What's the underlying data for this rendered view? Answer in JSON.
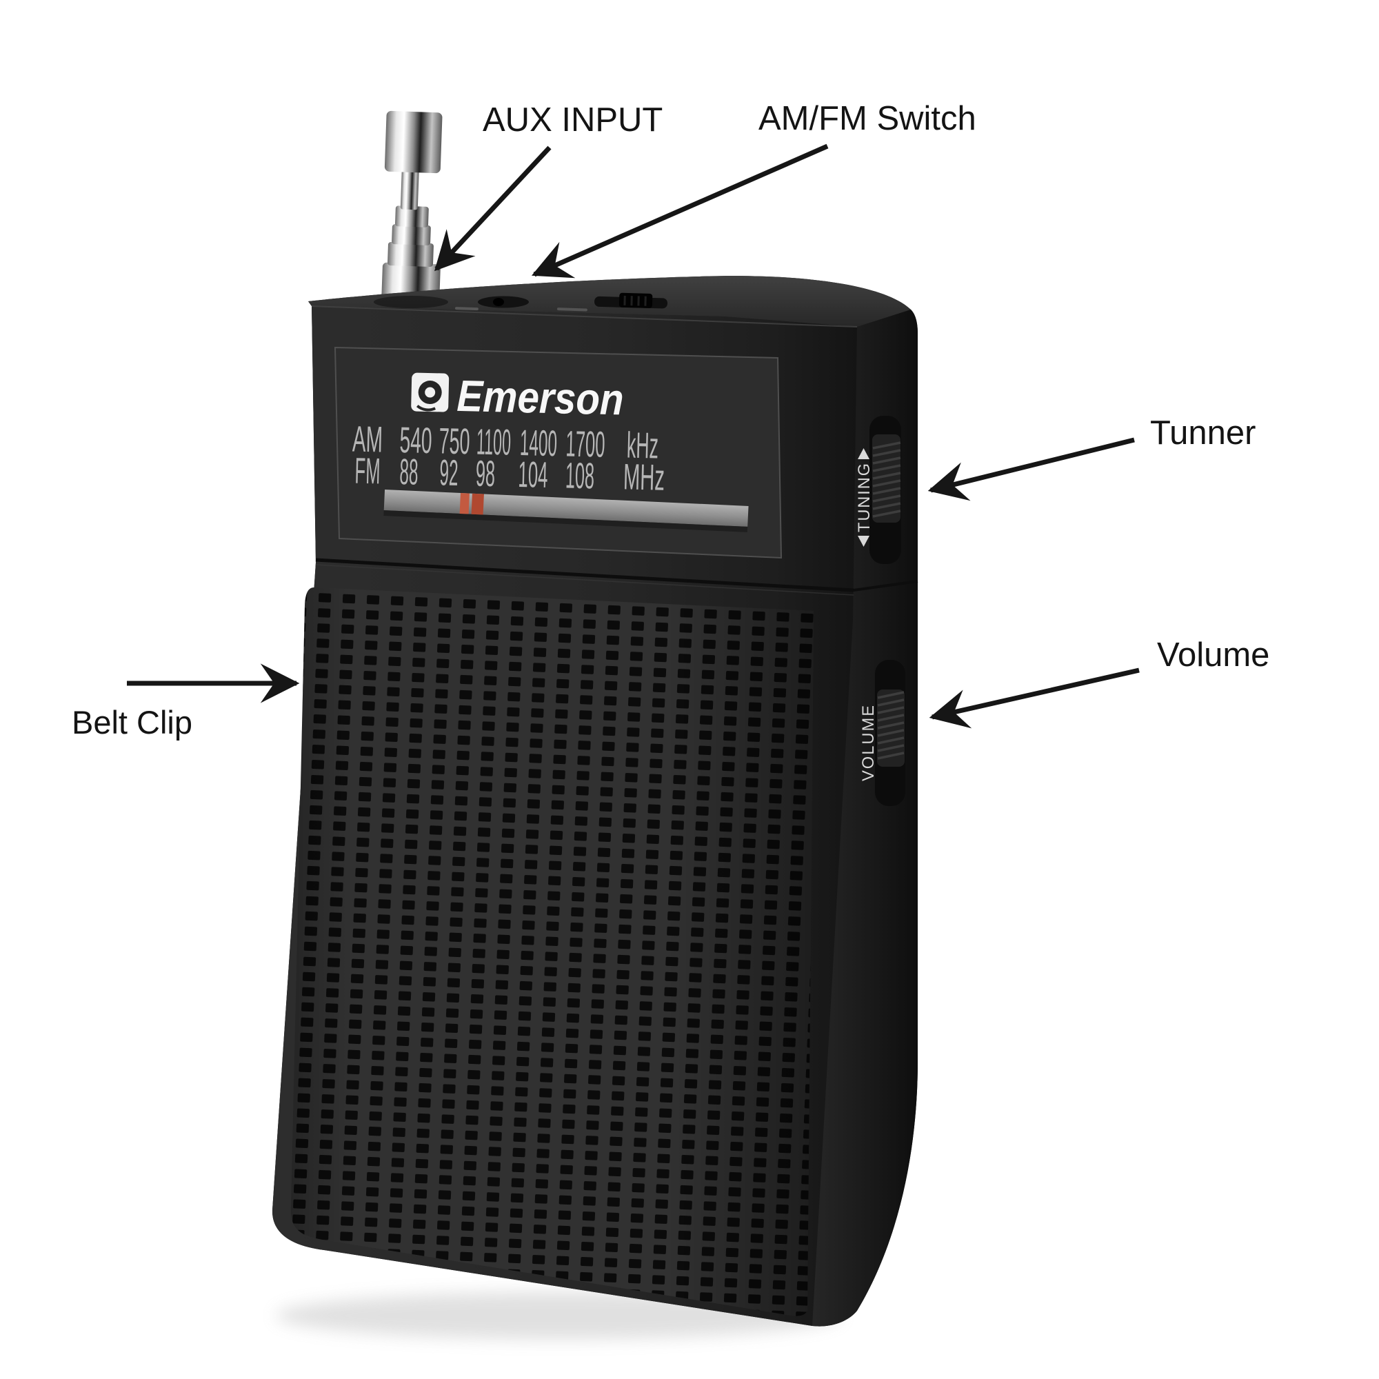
{
  "page": {
    "background": "#ffffff",
    "subject": "Emerson pocket AM/FM radio labeled parts diagram"
  },
  "labels": {
    "aux_input": "AUX INPUT",
    "am_fm_switch": "AM/FM Switch",
    "tuner": "Tunner",
    "volume": "Volume",
    "belt_clip": "Belt Clip"
  },
  "radio": {
    "brand": "Emerson",
    "dial": {
      "rows": [
        {
          "band": "AM",
          "values": [
            "540",
            "750",
            "1100",
            "1400",
            "1700"
          ],
          "unit": "kHz"
        },
        {
          "band": "FM",
          "values": [
            "88",
            "92",
            "98",
            "104",
            "108"
          ],
          "unit": "MHz"
        }
      ]
    },
    "side_controls": {
      "tuning": "TUNING",
      "volume": "VOLUME"
    },
    "colors": {
      "body": "#262626",
      "panel": "#2d2d2d",
      "grille_hole": "#0b0b0b",
      "dial_text": "#b6b6b6",
      "tuning_strip": "#9a9a9a",
      "tuning_indicator": "#bb4f38",
      "logo": "#f7f7f7",
      "antenna_chrome": "#d8d8d8"
    }
  }
}
